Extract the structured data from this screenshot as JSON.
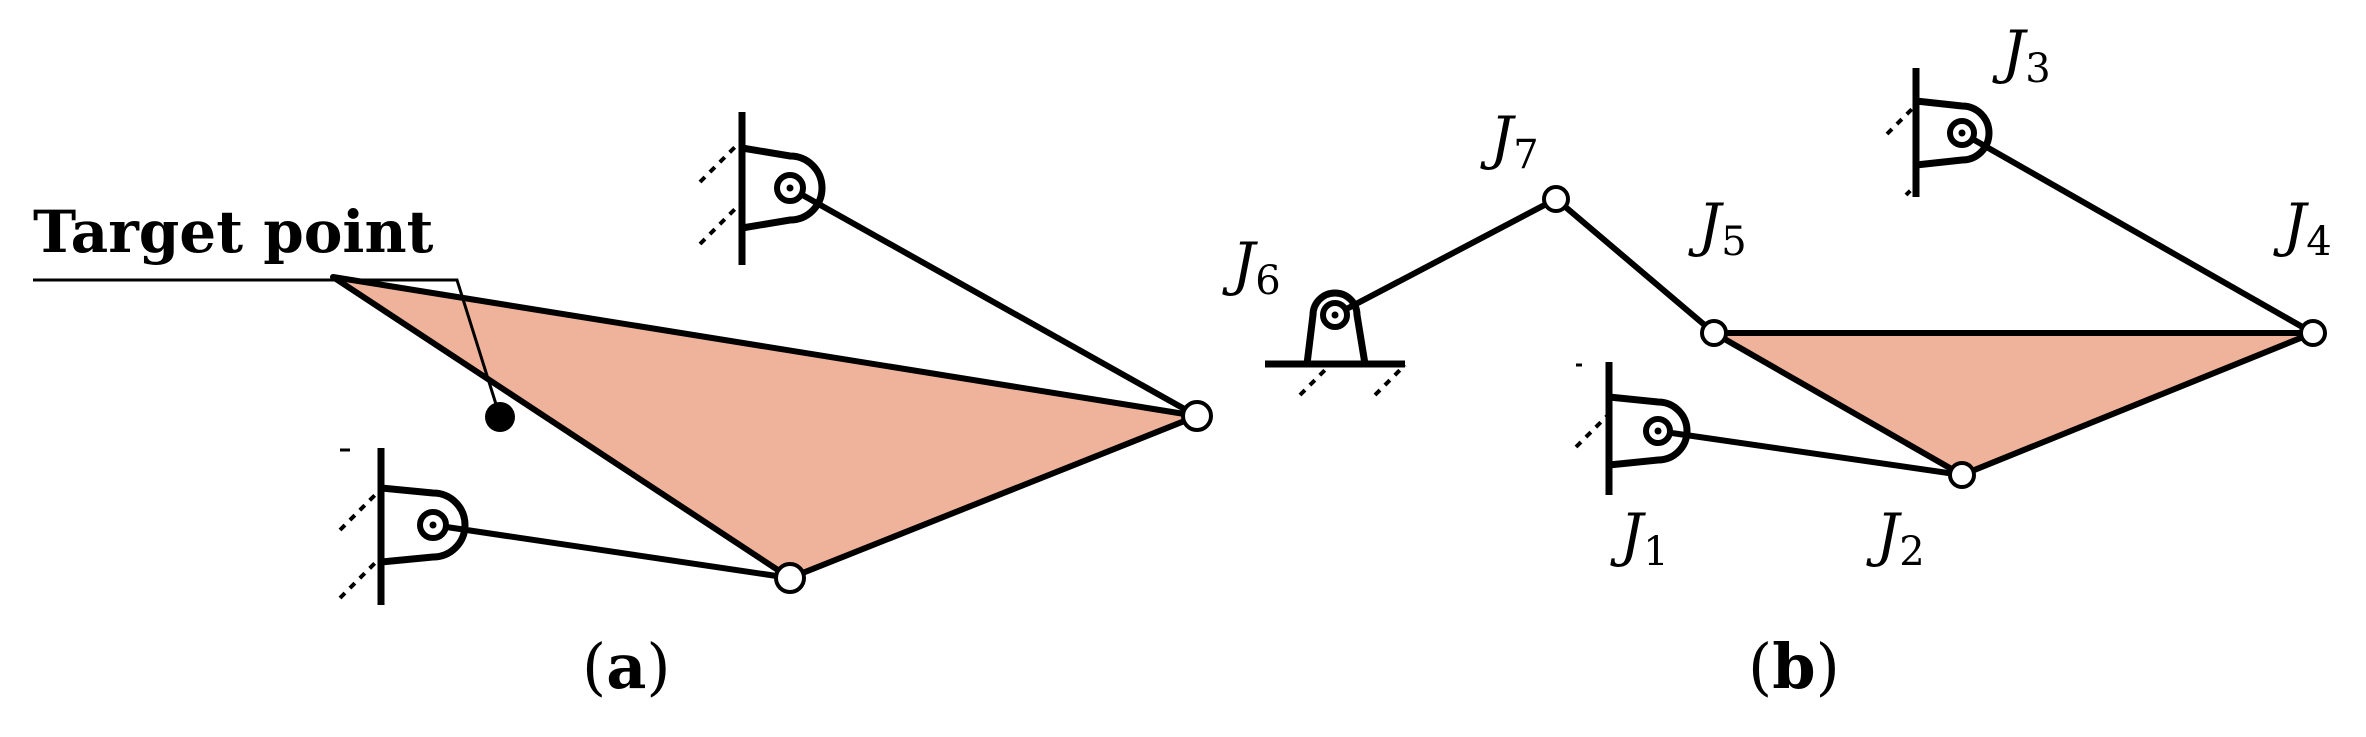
{
  "panel_a": {
    "label_open": "(",
    "label_letter": "a",
    "label_close": ")",
    "target_label": "Target point"
  },
  "panel_b": {
    "label_open": "(",
    "label_letter": "b",
    "label_close": ")",
    "joints": [
      {
        "letter": "J",
        "sub": "1"
      },
      {
        "letter": "J",
        "sub": "2"
      },
      {
        "letter": "J",
        "sub": "3"
      },
      {
        "letter": "J",
        "sub": "4"
      },
      {
        "letter": "J",
        "sub": "5"
      },
      {
        "letter": "J",
        "sub": "6"
      },
      {
        "letter": "J",
        "sub": "7"
      }
    ]
  },
  "colors": {
    "fill": "#efb39b",
    "line": "#000000",
    "background": "#ffffff"
  }
}
